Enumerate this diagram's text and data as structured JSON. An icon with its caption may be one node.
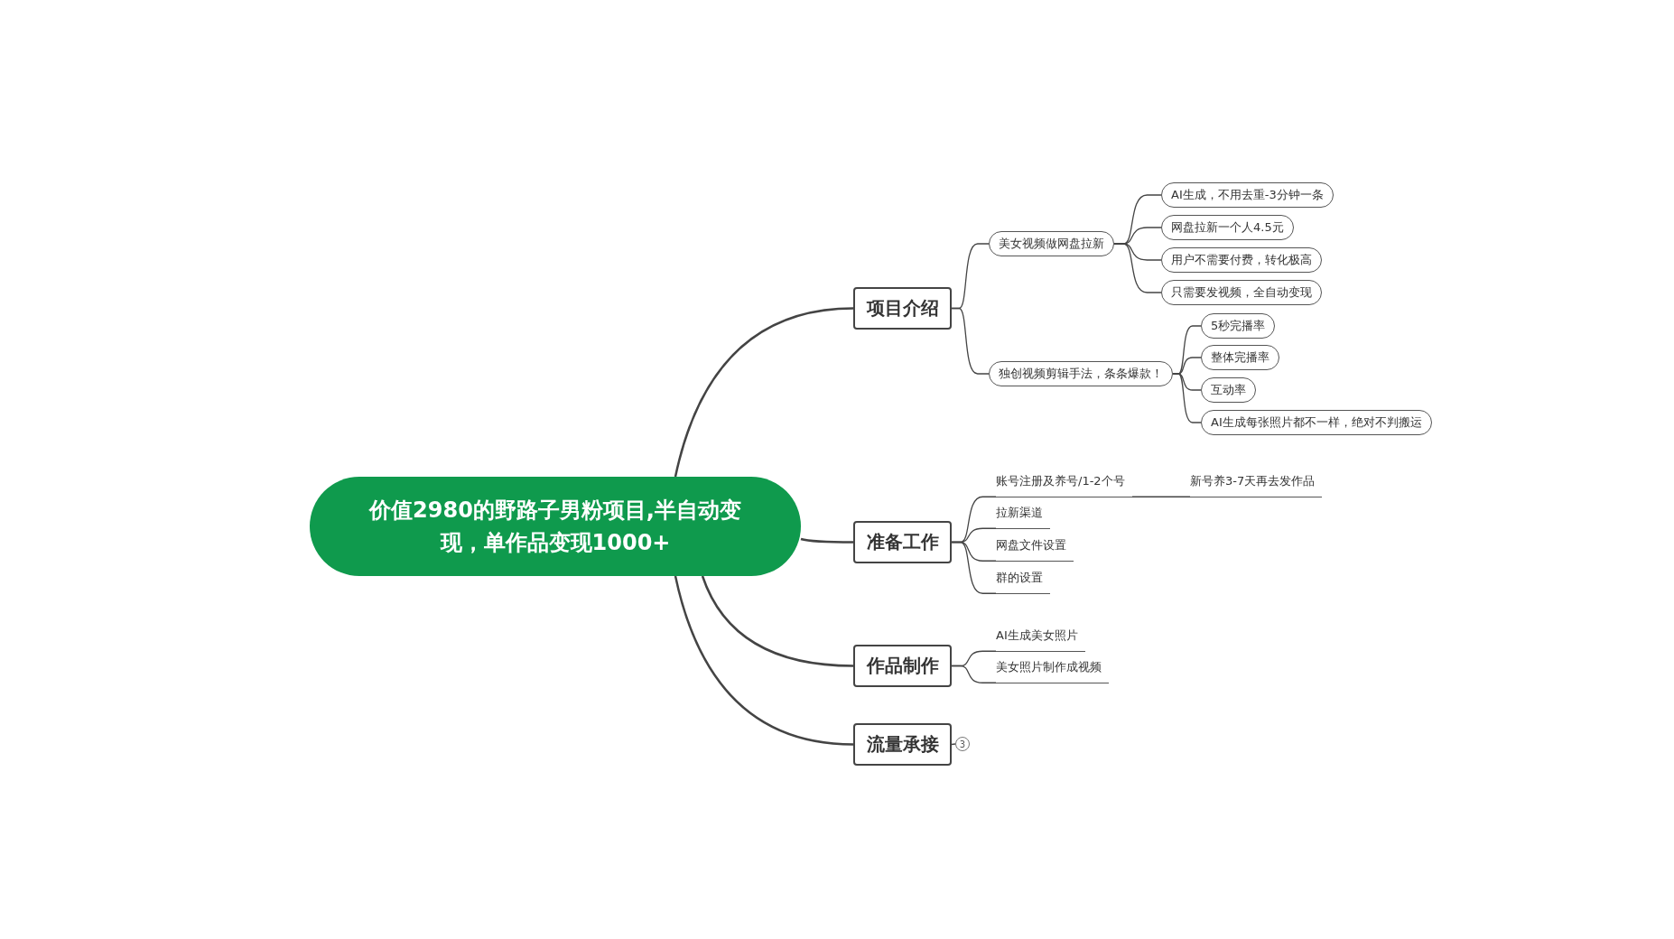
{
  "diagram": {
    "nodes": [
      {
        "text": [
          "价值2980的野路子男粉项目,半自动变现，单作品变现1000+"
        ]
      },
      {
        "text": [
          "项目介绍"
        ]
      },
      {
        "text": [
          "美女视频做网盘拉新"
        ]
      },
      {
        "text": [
          "AI生成，不用去重-3分钟一条"
        ]
      },
      {
        "text": [
          "网盘拉新一个人4.5元"
        ]
      },
      {
        "text": [
          "用户不需要付费，转化极高"
        ]
      },
      {
        "text": [
          "只需要发视频，全自动变现"
        ]
      },
      {
        "text": [
          "独创视频剪辑手法，条条爆款！"
        ]
      },
      {
        "text": [
          "5秒完播率"
        ]
      },
      {
        "text": [
          "整体完播率"
        ]
      },
      {
        "text": [
          "互动率"
        ]
      },
      {
        "text": [
          "AI生成每张照片都不一样，绝对不判搬运"
        ]
      },
      {
        "text": [
          "准备工作"
        ]
      },
      {
        "text": [
          "账号注册及养号/1-2个号"
        ]
      },
      {
        "text": [
          "新号养3-7天再去发作品"
        ]
      },
      {
        "text": [
          "拉新渠道"
        ]
      },
      {
        "text": [
          "网盘文件设置"
        ]
      },
      {
        "text": [
          "群的设置"
        ]
      },
      {
        "text": [
          "作品制作"
        ]
      },
      {
        "text": [
          "AI生成美女照片"
        ]
      },
      {
        "text": [
          "美女照片制作成视频"
        ]
      },
      {
        "text": [
          "流量承接"
        ]
      },
      {
        "text": [
          "3"
        ]
      }
    ],
    "edges": [
      {
        "from": 0,
        "to": 1,
        "arrow": "none"
      },
      {
        "from": 1,
        "to": 2,
        "arrow": "none"
      },
      {
        "from": 2,
        "to": 3,
        "arrow": "none"
      },
      {
        "from": 2,
        "to": 4,
        "arrow": "none"
      },
      {
        "from": 2,
        "to": 5,
        "arrow": "none"
      },
      {
        "from": 2,
        "to": 6,
        "arrow": "none"
      },
      {
        "from": 1,
        "to": 7,
        "arrow": "none"
      },
      {
        "from": 7,
        "to": 8,
        "arrow": "none"
      },
      {
        "from": 7,
        "to": 9,
        "arrow": "none"
      },
      {
        "from": 7,
        "to": 10,
        "arrow": "none"
      },
      {
        "from": 7,
        "to": 11,
        "arrow": "none"
      },
      {
        "from": 0,
        "to": 12,
        "arrow": "none"
      },
      {
        "from": 12,
        "to": 13,
        "arrow": "none"
      },
      {
        "from": 13,
        "to": 14,
        "arrow": "none"
      },
      {
        "from": 12,
        "to": 15,
        "arrow": "none"
      },
      {
        "from": 12,
        "to": 16,
        "arrow": "none"
      },
      {
        "from": 12,
        "to": 17,
        "arrow": "none"
      },
      {
        "from": 0,
        "to": 18,
        "arrow": "none"
      },
      {
        "from": 18,
        "to": 19,
        "arrow": "none"
      },
      {
        "from": 18,
        "to": 20,
        "arrow": "none"
      },
      {
        "from": 0,
        "to": 21,
        "arrow": "none"
      },
      {
        "from": 21,
        "to": 22,
        "arrow": "none"
      }
    ]
  }
}
